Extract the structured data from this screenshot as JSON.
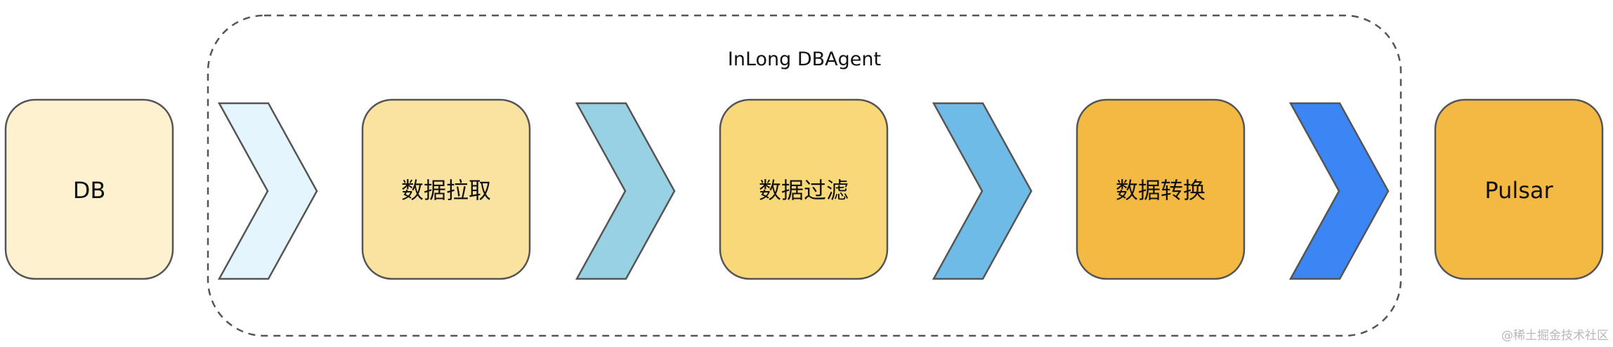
{
  "group": {
    "label": "InLong DBAgent",
    "stroke": "#555555"
  },
  "nodes": [
    {
      "label": "DB",
      "fill": "#FDF1CF",
      "stroke": "#555555"
    },
    {
      "label": "数据拉取",
      "fill": "#FAE3A0",
      "stroke": "#555555"
    },
    {
      "label": "数据过滤",
      "fill": "#F9D879",
      "stroke": "#555555"
    },
    {
      "label": "数据转换",
      "fill": "#F3B943",
      "stroke": "#555555"
    },
    {
      "label": "Pulsar",
      "fill": "#F3B943",
      "stroke": "#555555"
    }
  ],
  "arrows": [
    {
      "fill": "#E4F5FD",
      "stroke": "#555555"
    },
    {
      "fill": "#98D1E3",
      "stroke": "#555555"
    },
    {
      "fill": "#6EBBE8",
      "stroke": "#555555"
    },
    {
      "fill": "#3B86F4",
      "stroke": "#555555"
    }
  ],
  "watermark": "@稀土掘金技术社区"
}
